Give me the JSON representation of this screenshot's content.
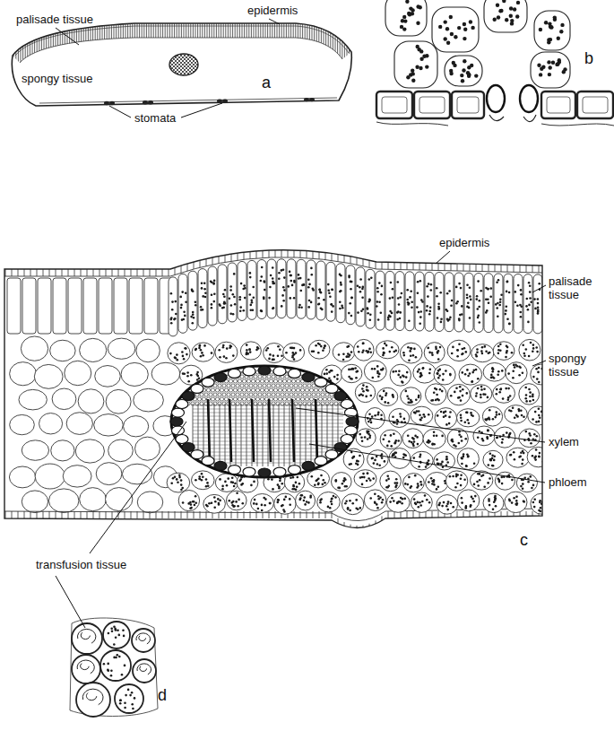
{
  "diagram": {
    "labels": [
      "palisade tissue",
      "epidermis",
      "b",
      "spongy tissue",
      "stomata",
      "a",
      "epidermis",
      "palisade tissue",
      "spongy tissue",
      "xylem",
      "phloem",
      "c",
      "transfusion tissue",
      "d"
    ]
  }
}
